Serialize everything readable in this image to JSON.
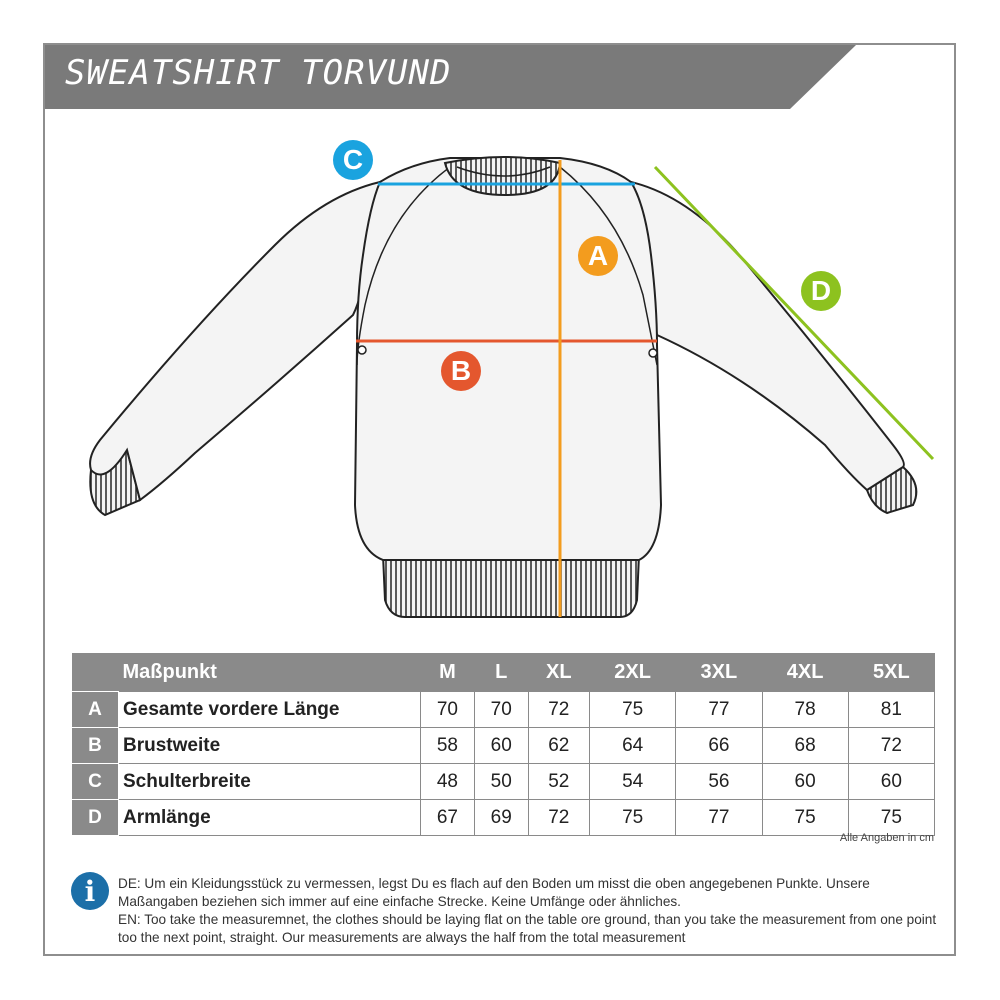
{
  "title": "SWEATSHIRT TORVUND",
  "markers": {
    "a": "A",
    "b": "B",
    "c": "C",
    "d": "D"
  },
  "colors": {
    "a": "#f39c1e",
    "b": "#e4572e",
    "c": "#1aa3df",
    "d": "#8dc21f",
    "header_gray": "#8a8a8a",
    "info_blue": "#1c6fa8"
  },
  "table": {
    "header_label": "Maßpunkt",
    "sizes": [
      "M",
      "L",
      "XL",
      "2XL",
      "3XL",
      "4XL",
      "5XL"
    ],
    "rows": [
      {
        "letter": "A",
        "label": "Gesamte vordere Länge",
        "values": [
          "70",
          "70",
          "72",
          "75",
          "77",
          "78",
          "81"
        ]
      },
      {
        "letter": "B",
        "label": "Brustweite",
        "values": [
          "58",
          "60",
          "62",
          "64",
          "66",
          "68",
          "72"
        ]
      },
      {
        "letter": "C",
        "label": "Schulterbreite",
        "values": [
          "48",
          "50",
          "52",
          "54",
          "56",
          "60",
          "60"
        ]
      },
      {
        "letter": "D",
        "label": "Armlänge",
        "values": [
          "67",
          "69",
          "72",
          "75",
          "77",
          "75",
          "75"
        ]
      }
    ]
  },
  "units_note": "Alle Angaben in cm",
  "info": {
    "icon": "info-icon",
    "icon_glyph": "i",
    "de": "DE: Um ein Kleidungsstück zu vermessen, legst Du es flach auf den Boden um misst die oben angegebenen Punkte. Unsere Maßangaben beziehen sich immer auf eine einfache Strecke. Keine Umfänge oder ähnliches.",
    "en": "EN: Too take the measuremnet, the clothes should be laying flat on the table ore ground, than you take the measurement from one point too the next point, straight. Our measurements are always the half from the total measurement"
  }
}
